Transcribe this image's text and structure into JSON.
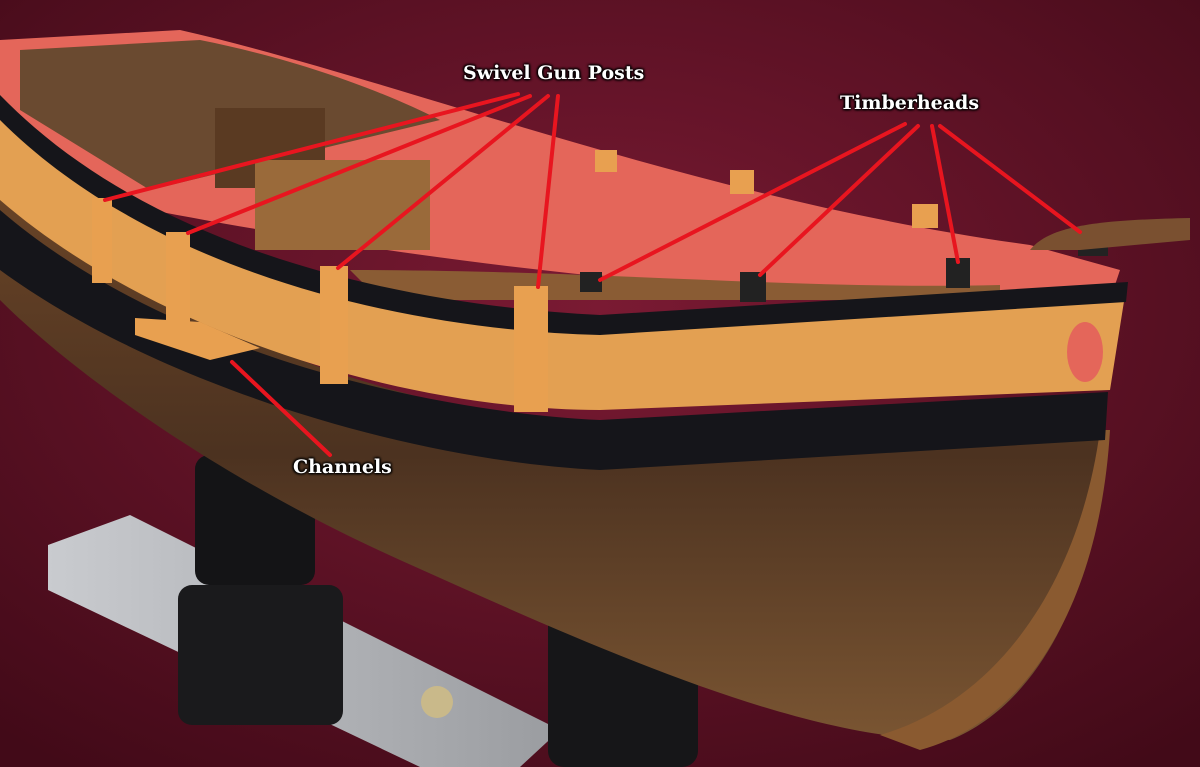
{
  "annotations": {
    "swivel_gun_posts": "Swivel Gun Posts",
    "timberheads": "Timberheads",
    "channels": "Channels"
  },
  "colors": {
    "background": "#5a0f22",
    "hull_wood": "#5b3a22",
    "wale_black": "#15151a",
    "strake_yellow": "#e3a052",
    "bulwark_red": "#e4665a",
    "annotation_line": "#e8151f"
  }
}
